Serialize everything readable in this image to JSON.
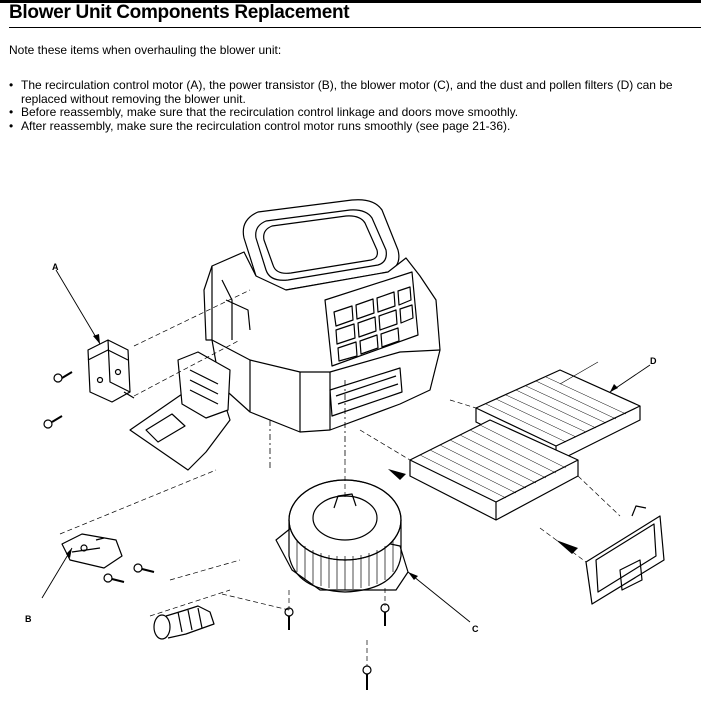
{
  "header": {
    "title": "Blower Unit Components Replacement"
  },
  "intro": "Note these items when overhauling the blower unit:",
  "bullets": [
    "The recirculation control motor (A), the power transistor (B), the blower motor (C), and the dust and pollen filters (D) can be replaced without removing the blower unit.",
    "Before reassembly, make sure that the recirculation control linkage and doors move smoothly.",
    "After reassembly, make sure the recirculation control motor runs smoothly (see page 21-36)."
  ],
  "figure": {
    "labels": {
      "a": "A",
      "b": "B",
      "c": "C",
      "d": "D"
    }
  }
}
